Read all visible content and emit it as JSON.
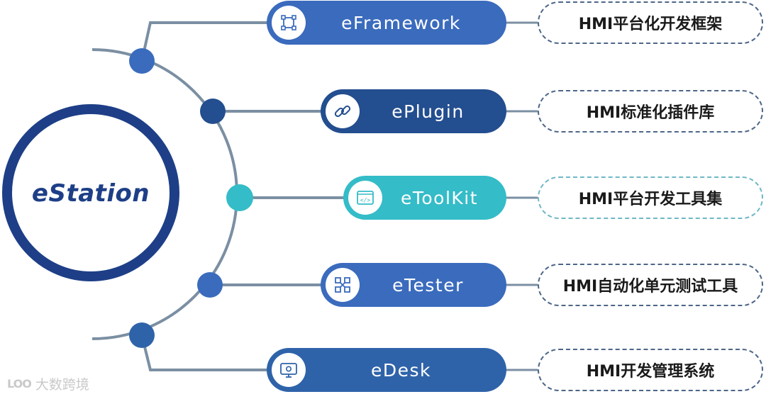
{
  "hub": {
    "label": "eStation"
  },
  "nodes": [
    {
      "name": "eFramework",
      "description": "HMI平台化开发框架",
      "icon": "frame-icon",
      "color": "#3a6bbd",
      "dot_color": "#3a6bbd"
    },
    {
      "name": "ePlugin",
      "description": "HMI标准化插件库",
      "icon": "link-icon",
      "color": "#234e8f",
      "dot_color": "#234e8f"
    },
    {
      "name": "eToolKit",
      "description": "HMI平台开发工具集",
      "icon": "code-window-icon",
      "color": "#34bcc8",
      "dot_color": "#34bcc8"
    },
    {
      "name": "eTester",
      "description": "HMI自动化单元测试工具",
      "icon": "test-network-icon",
      "color": "#3a6bbd",
      "dot_color": "#3a6bbd"
    },
    {
      "name": "eDesk",
      "description": "HMI开发管理系统",
      "icon": "monitor-icon",
      "color": "#2f63a9",
      "dot_color": "#2f63a9"
    }
  ],
  "watermark": {
    "logo": "LOO",
    "text": "大数跨境"
  }
}
